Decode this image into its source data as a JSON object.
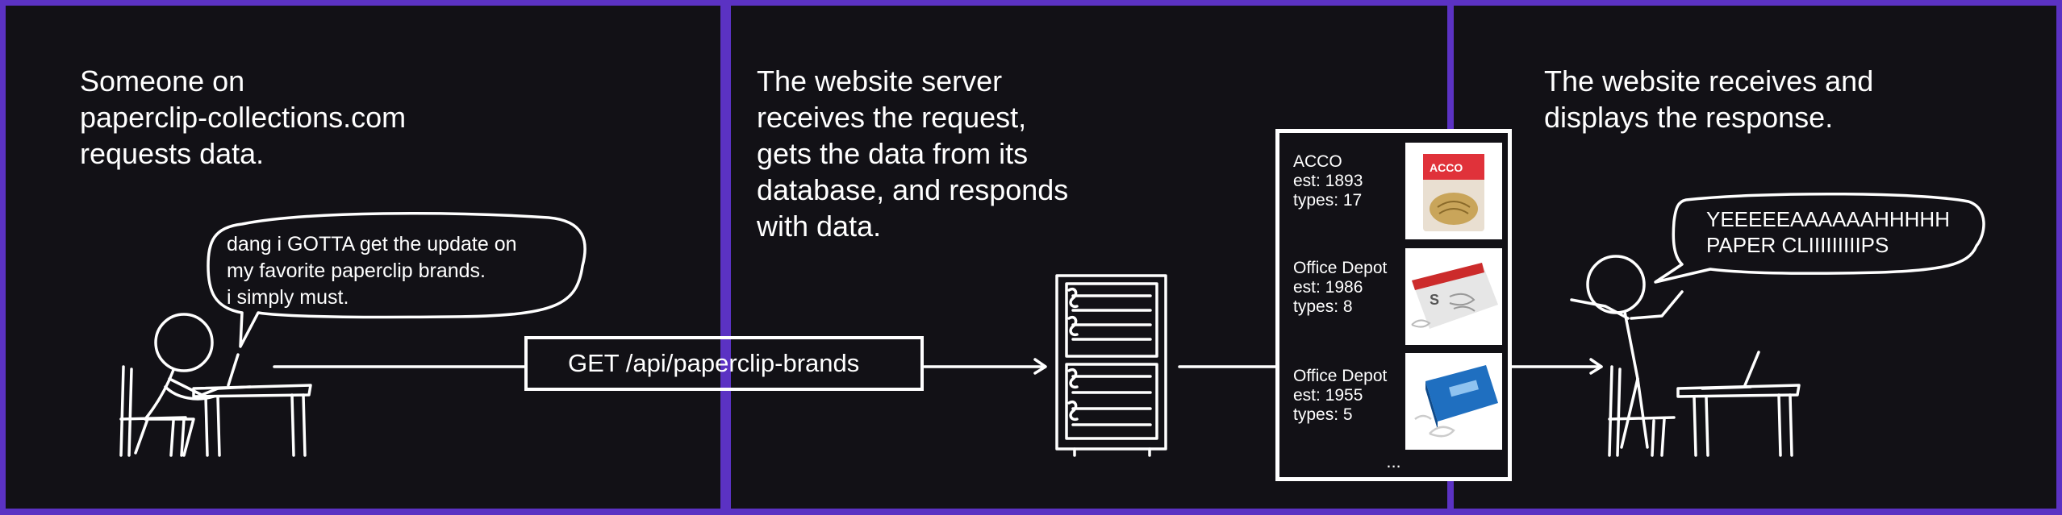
{
  "panels": [
    {
      "caption": "Someone on\npaperclip-collections.com\nrequests data.",
      "speech": "dang i GOTTA get the update on\nmy favorite paperclip brands.\ni simply must."
    },
    {
      "caption": "The website server\nreceives the request,\ngets the data from its\ndatabase, and responds\nwith data."
    },
    {
      "caption": "The website receives and\ndisplays the response.",
      "speech": "YEEEEEAAAAAAHHHHH\nPAPER CLIIIIIIIIIPS"
    }
  ],
  "request": {
    "label": "GET /api/paperclip-brands"
  },
  "response": {
    "brands": [
      {
        "name": "ACCO",
        "est": "est: 1893",
        "types": "types: 17",
        "image": "acco-paperclip-box-icon"
      },
      {
        "name": "Office Depot",
        "est": "est: 1986",
        "types": "types: 8",
        "image": "office-depot-paperclip-box-icon"
      },
      {
        "name": "Office Depot",
        "est": "est: 1955",
        "types": "types: 5",
        "image": "blue-paperclip-box-icon"
      }
    ],
    "more": "..."
  },
  "colors": {
    "frame": "#5b32c3",
    "background": "#121116",
    "ink": "#ffffff",
    "acco_red": "#e0323a",
    "box_blue": "#1f6fc0"
  }
}
